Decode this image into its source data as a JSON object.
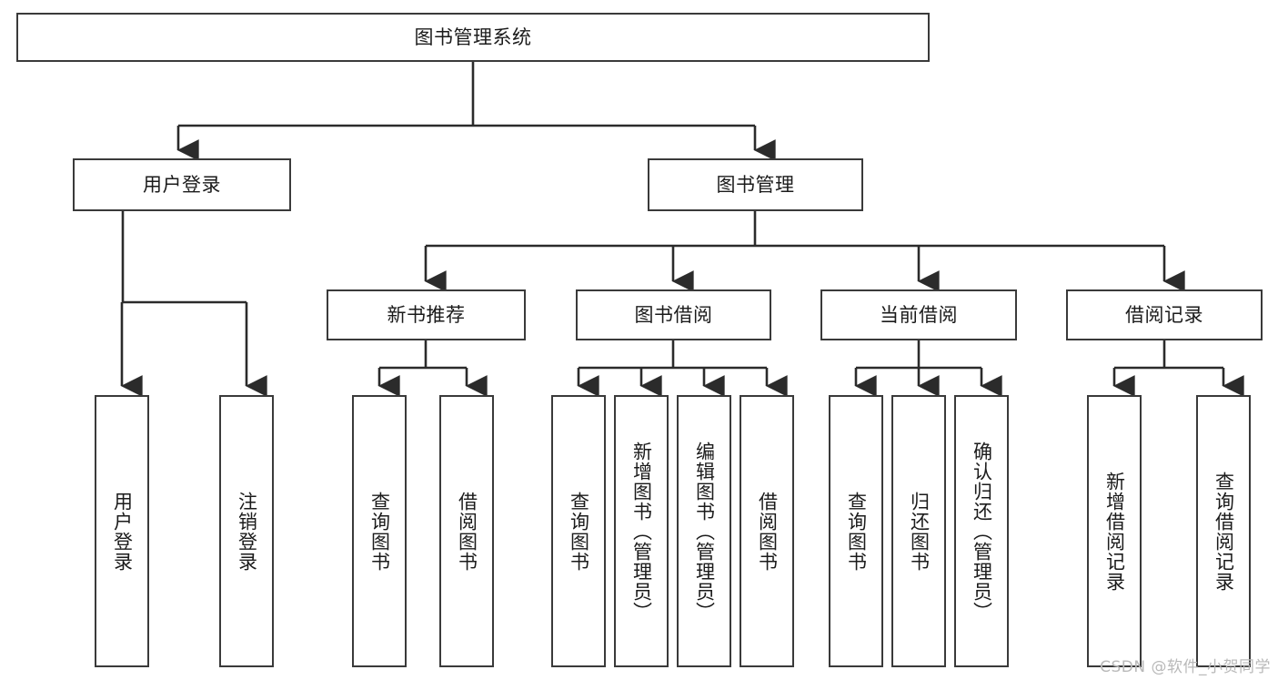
{
  "diagram": {
    "type": "tree-hierarchy-flowchart",
    "title": "图书管理系统",
    "watermark": "CSDN @软件_小贺同学",
    "colors": {
      "box_border": "#3a3a3a",
      "box_fill": "#ffffff",
      "connector": "#2b2b2b",
      "text": "#1b1b1b",
      "watermark": "#b9b9b9"
    },
    "nodes": {
      "root": {
        "label": "图书管理系统",
        "orientation": "horizontal"
      },
      "level1": [
        {
          "id": "user-login",
          "label": "用户登录",
          "orientation": "horizontal"
        },
        {
          "id": "book-manage",
          "label": "图书管理",
          "orientation": "horizontal"
        }
      ],
      "level2": [
        {
          "id": "new-book-rec",
          "label": "新书推荐",
          "orientation": "horizontal"
        },
        {
          "id": "book-borrow",
          "label": "图书借阅",
          "orientation": "horizontal"
        },
        {
          "id": "current-borrow",
          "label": "当前借阅",
          "orientation": "horizontal"
        },
        {
          "id": "borrow-record",
          "label": "借阅记录",
          "orientation": "horizontal"
        }
      ],
      "leaves": {
        "user-login": [
          {
            "id": "leaf-user-login",
            "label": "用户登录",
            "orientation": "vertical"
          },
          {
            "id": "leaf-logout-login",
            "label": "注销登录",
            "orientation": "vertical"
          }
        ],
        "new-book-rec": [
          {
            "id": "leaf-query-book-1",
            "label": "查询图书",
            "orientation": "vertical"
          },
          {
            "id": "leaf-borrow-book-1",
            "label": "借阅图书",
            "orientation": "vertical"
          }
        ],
        "book-borrow": [
          {
            "id": "leaf-query-book-2",
            "label": "查询图书",
            "orientation": "vertical"
          },
          {
            "id": "leaf-add-book-admin",
            "label": "新增图书（管理员）",
            "orientation": "vertical"
          },
          {
            "id": "leaf-edit-book-admin",
            "label": "编辑图书（管理员）",
            "orientation": "vertical"
          },
          {
            "id": "leaf-borrow-book-2",
            "label": "借阅图书",
            "orientation": "vertical"
          }
        ],
        "current-borrow": [
          {
            "id": "leaf-query-book-3",
            "label": "查询图书",
            "orientation": "vertical"
          },
          {
            "id": "leaf-return-book",
            "label": "归还图书",
            "orientation": "vertical"
          },
          {
            "id": "leaf-confirm-return-admin",
            "label": "确认归还（管理员）",
            "orientation": "vertical"
          }
        ],
        "borrow-record": [
          {
            "id": "leaf-add-borrow-record",
            "label": "新增借阅记录",
            "orientation": "vertical"
          },
          {
            "id": "leaf-query-borrow-record",
            "label": "查询借阅记录",
            "orientation": "vertical"
          }
        ]
      }
    }
  }
}
